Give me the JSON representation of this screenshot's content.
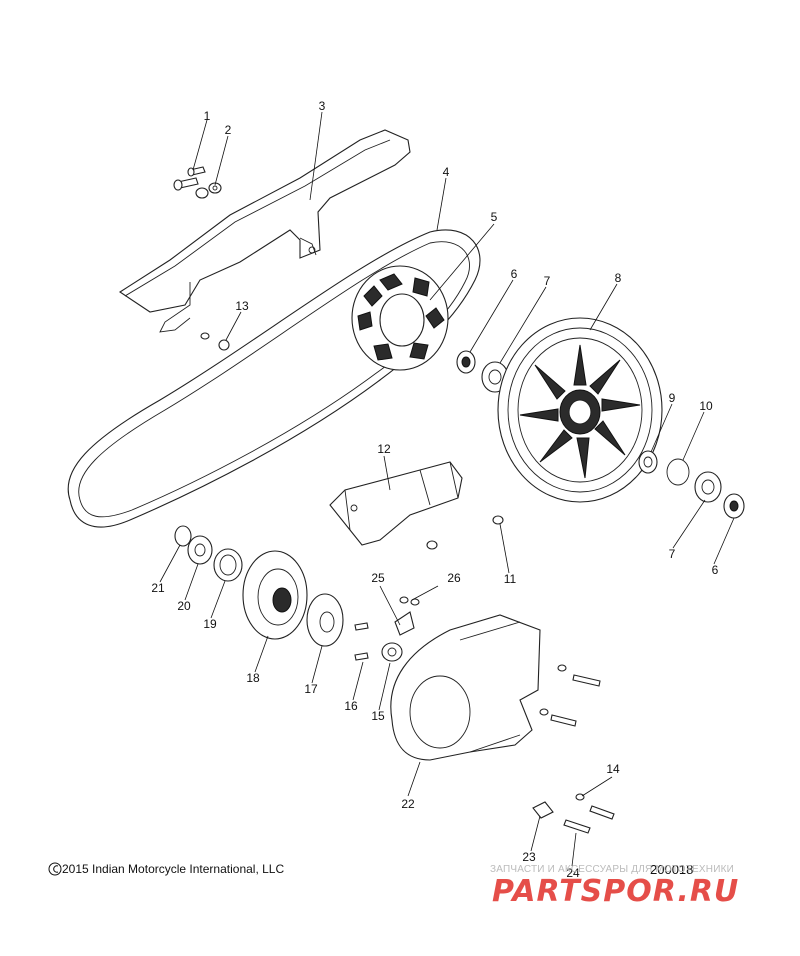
{
  "callouts": [
    "1",
    "2",
    "3",
    "4",
    "5",
    "6",
    "7",
    "8",
    "9",
    "10",
    "7",
    "6",
    "12",
    "11",
    "13",
    "21",
    "20",
    "19",
    "18",
    "17",
    "16",
    "15",
    "25",
    "26",
    "22",
    "14",
    "23",
    "24"
  ],
  "copyright": "2015 Indian Motorcycle International, LLC",
  "diagram_id": "200018",
  "watermark": {
    "subtitle": "ЗАПЧАСТИ И АКСЕССУАРЫ ДЛЯ МОТОТЕХНИКИ",
    "logo": "PARTSPOR.RU"
  },
  "colors": {
    "watermark_red": "#e33b36",
    "line": "#222222"
  }
}
